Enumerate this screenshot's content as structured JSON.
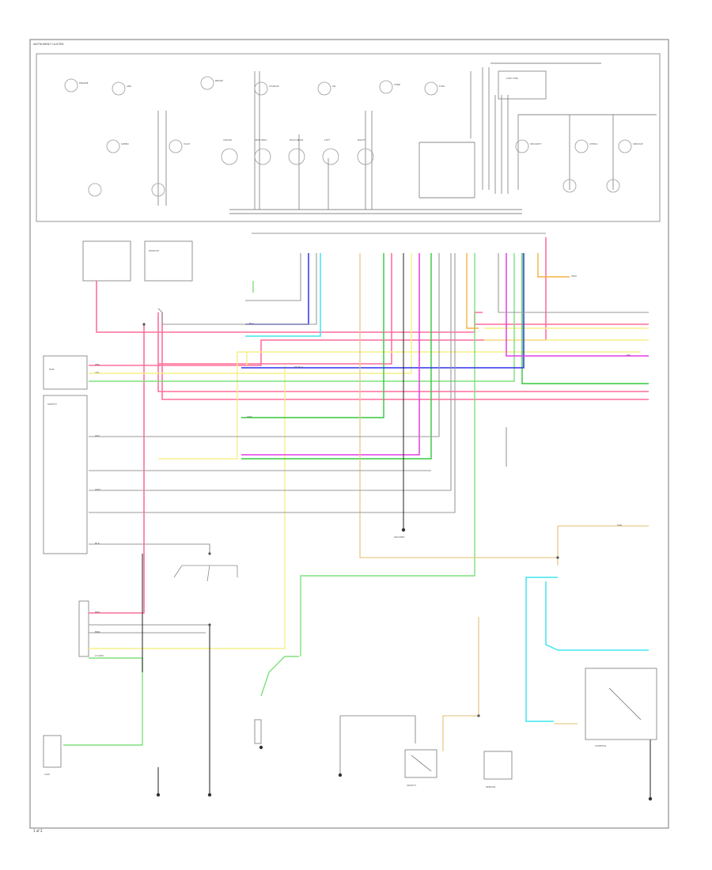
{
  "diagram": {
    "title": "INSTRUMENT CLUSTER",
    "page_marker": "1 of 2",
    "colors": {
      "pink": "#ff6f9a",
      "yellow": "#f6f08a",
      "light_green": "#7ee07e",
      "green": "#34c83c",
      "blue": "#2f33e8",
      "cyan": "#3fe6ef",
      "magenta": "#e23fe6",
      "orange": "#f3b440",
      "tan": "#e6c98a",
      "gray": "#9a9a9a",
      "black": "#222222"
    },
    "components": {
      "battery_pcm_fuse_block": "PCM",
      "module_2": "MODULE",
      "warning_gauge_switch": "SWITCH",
      "brake_pressure_switch": "SWITCH",
      "speed_sensor": "SENSOR",
      "cruise_control": "CONTROL",
      "low_coolant_module": "LOW",
      "grounds": "GROUND"
    },
    "cluster_indicators": [
      "ENGINE",
      "ABS",
      "BRAKE",
      "CHARGE",
      "OIL",
      "TEMP",
      "FUEL",
      "SPEED",
      "TACH",
      "CRUISE",
      "SEAT BELT",
      "HIGH BEAM",
      "LEFT",
      "RIGHT",
      "SECURITY",
      "CHECK",
      "SERVICE",
      "LOW FUEL"
    ],
    "wire_labels": [
      "PNK",
      "YEL",
      "LT GRN",
      "GRN",
      "BLU",
      "DK BLU",
      "PPL",
      "ORN",
      "TAN",
      "GRY",
      "BLK",
      "WHT",
      "RED",
      "BRN"
    ]
  }
}
